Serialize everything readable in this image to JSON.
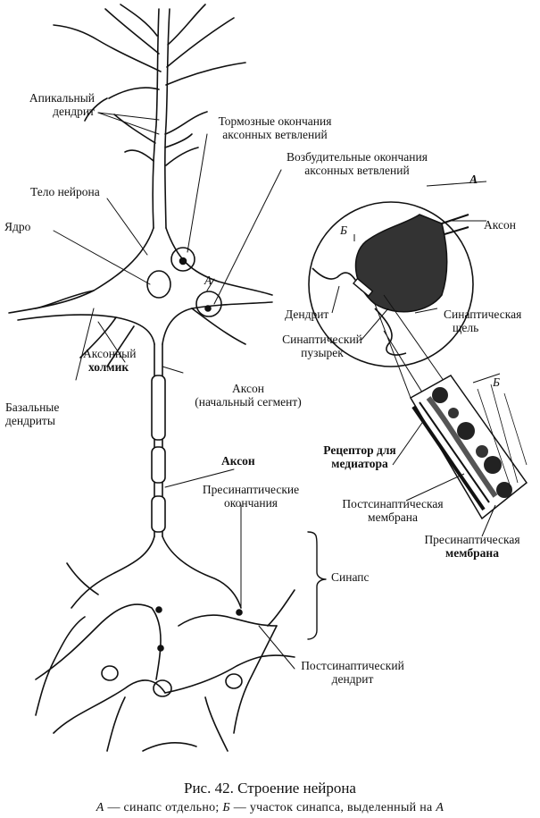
{
  "labels": {
    "apical_1": "Апикальный",
    "apical_2": "дендрит",
    "inhib_1": "Тормозные окончания",
    "inhib_2": "аксонных ветвлений",
    "excit_1": "Возбудительные окончания",
    "excit_2": "аксонных ветвлений",
    "body": "Тело нейрона",
    "letter_a_big": "А",
    "letter_b_small": "Б",
    "axon_right": "Аксон",
    "nucleus": "Ядро",
    "letter_a_small": "А",
    "dendrite": "Дендрит",
    "cleft_1": "Синаптическая",
    "cleft_2": "щель",
    "vesicle_1": "Синаптический",
    "vesicle_2": "пузырек",
    "hillock_1": "Аксонный",
    "hillock_2": "холмик",
    "axon_seg_1": "Аксон",
    "axon_seg_2": "(начальный сегмент)",
    "basal_1": "Базальные",
    "basal_2": "дендриты",
    "letter_b_zoom": "Б",
    "receptor_1": "Рецептор для",
    "receptor_2": "медиатора",
    "axon_mid": "Аксон",
    "presyn_end_1": "Пресинаптические",
    "presyn_end_2": "окончания",
    "postsyn_mem_1": "Постсинаптическая",
    "postsyn_mem_2": "мембрана",
    "presyn_mem_1": "Пресинаптическая",
    "presyn_mem_2": "мембрана",
    "synapse": "Синапс",
    "postsyn_dend_1": "Постсинаптический",
    "postsyn_dend_2": "дендрит"
  },
  "caption": {
    "title": "Рис. 42. Строение нейрона",
    "a_letter": "А",
    "a_text": " — синапс отдельно; ",
    "b_letter": "Б",
    "b_text": " — участок синапса, выделенный на ",
    "a_letter2": "А"
  }
}
